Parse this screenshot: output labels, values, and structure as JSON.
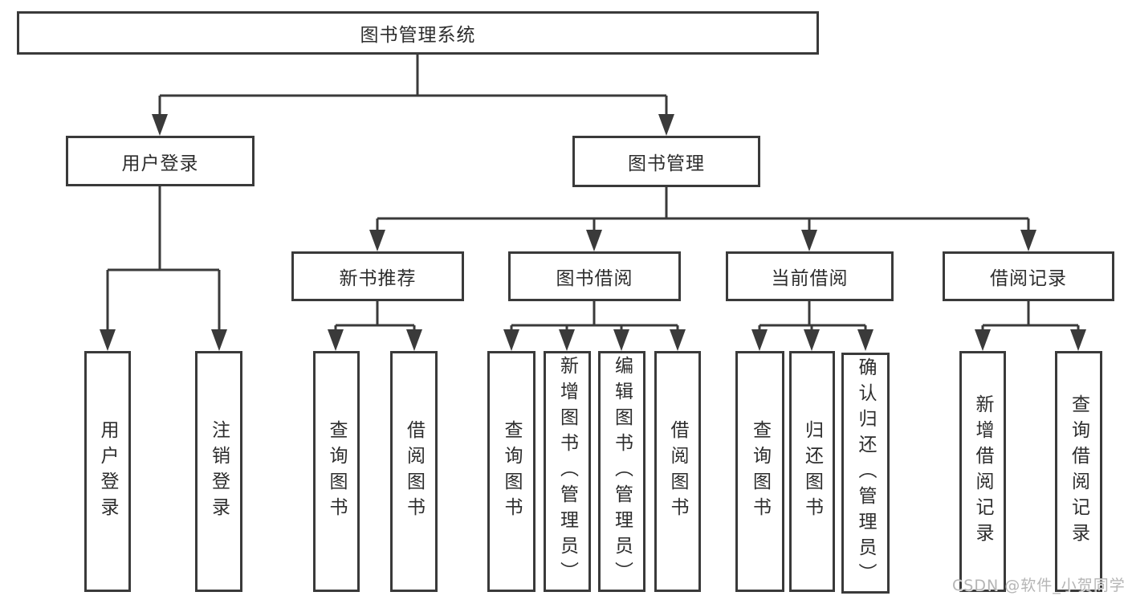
{
  "page": {
    "background_color": "#ffffff",
    "watermark": "CSDN @软件_小贺同学"
  },
  "style": {
    "line_color": "#3a3a3a",
    "border_color": "#3a3a3a",
    "text_color": "#2d2d2d",
    "box_background": "#ffffff",
    "watermark_color": "#b5b5b5"
  },
  "tree": {
    "root": {
      "label": "图书管理系统",
      "children": [
        {
          "label": "用户登录",
          "children": [
            {
              "label": "用户登录"
            },
            {
              "label": "注销登录"
            }
          ]
        },
        {
          "label": "图书管理",
          "children": [
            {
              "label": "新书推荐",
              "children": [
                {
                  "label": "查询图书"
                },
                {
                  "label": "借阅图书"
                }
              ]
            },
            {
              "label": "图书借阅",
              "children": [
                {
                  "label": "查询图书"
                },
                {
                  "label": "新增图书（管理员）"
                },
                {
                  "label": "编辑图书（管理员）"
                },
                {
                  "label": "借阅图书"
                }
              ]
            },
            {
              "label": "当前借阅",
              "children": [
                {
                  "label": "查询图书"
                },
                {
                  "label": "归还图书"
                },
                {
                  "label": "确认归还（管理员）"
                }
              ]
            },
            {
              "label": "借阅记录",
              "children": [
                {
                  "label": "新增借阅记录"
                },
                {
                  "label": "查询借阅记录"
                }
              ]
            }
          ]
        }
      ]
    }
  }
}
